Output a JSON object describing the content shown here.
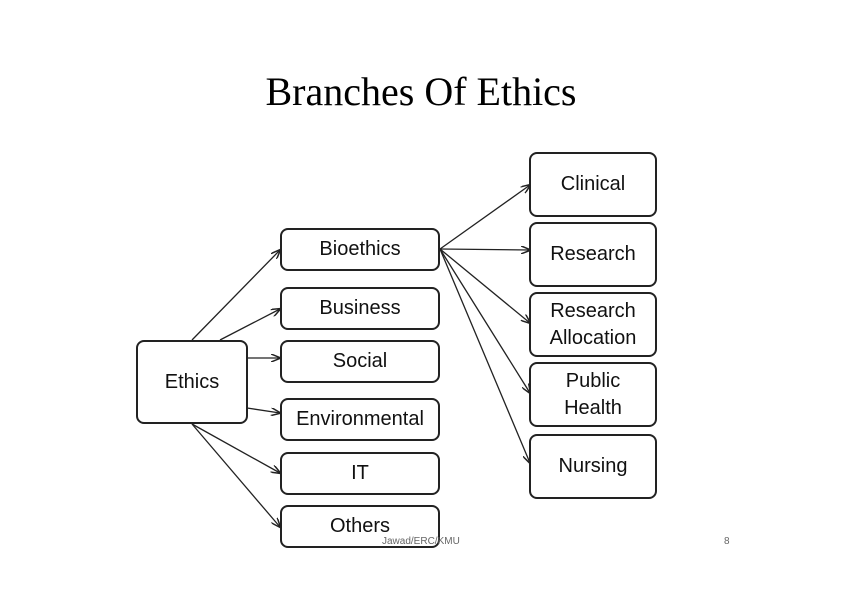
{
  "title": "Branches Of Ethics",
  "root": {
    "label": "Ethics"
  },
  "branches": [
    {
      "label": "Bioethics"
    },
    {
      "label": "Business"
    },
    {
      "label": "Social"
    },
    {
      "label": "Environmental"
    },
    {
      "label": "IT"
    },
    {
      "label": "Others"
    }
  ],
  "bioethics_branches": [
    {
      "label": "Clinical"
    },
    {
      "label": "Research"
    },
    {
      "label": "Research\nAllocation"
    },
    {
      "label": "Public\nHealth"
    },
    {
      "label": "Nursing"
    }
  ],
  "footer": {
    "text": "Jawad/ERC/KMU",
    "page": "8"
  }
}
